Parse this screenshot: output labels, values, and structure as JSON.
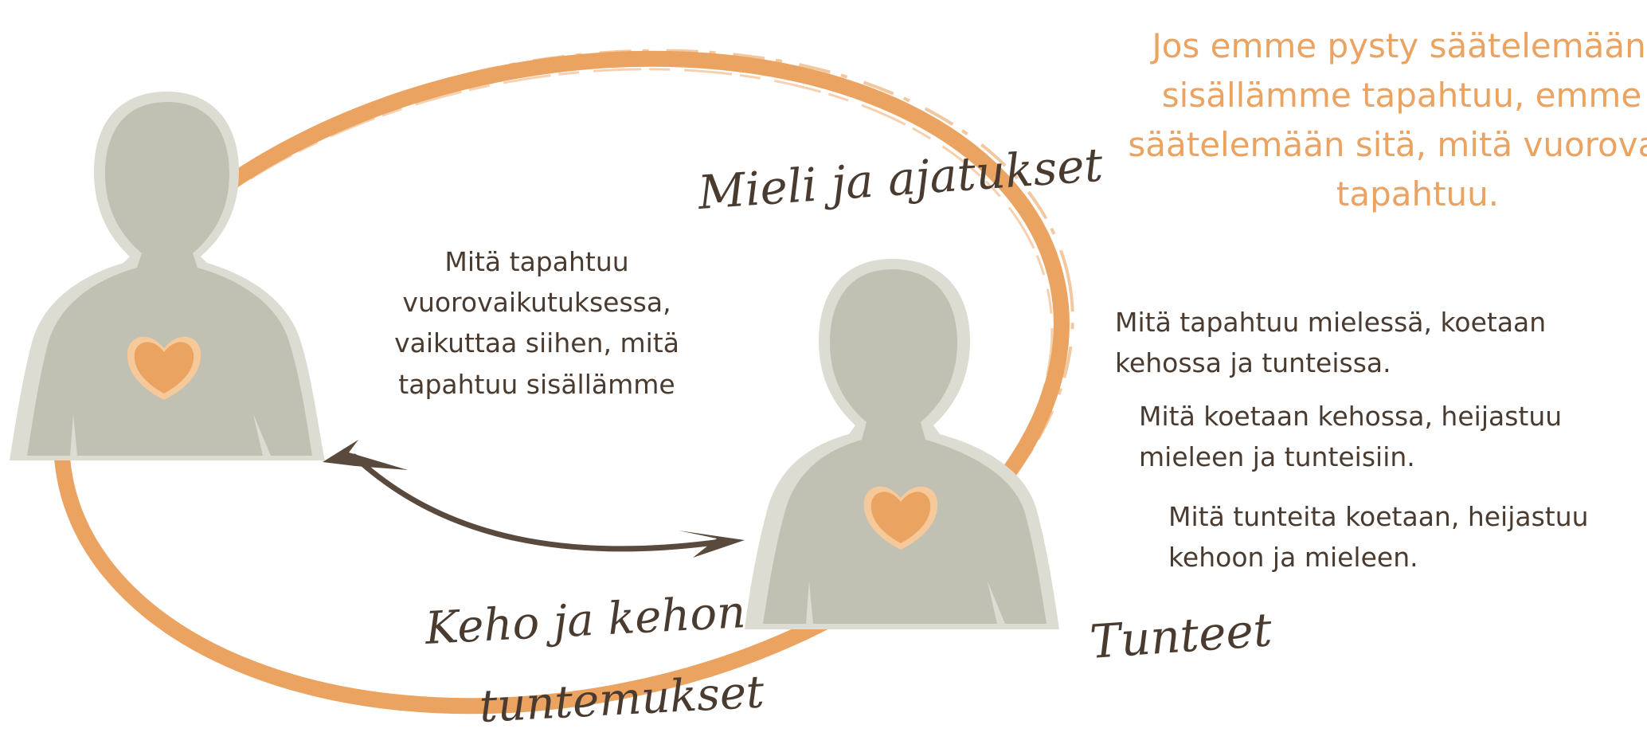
{
  "headline": {
    "lines": [
      "Jos emme pysty säätelemään si",
      "sisällämme tapahtuu, emme p",
      "säätelemään sitä, mitä vuorovaiku",
      "tapahtuu."
    ]
  },
  "interaction_note": {
    "lines": [
      "Mitä tapahtuu",
      "vuorovaikutuksessa,",
      "vaikuttaa siihen, mitä",
      "tapahtuu sisällämme"
    ]
  },
  "labels": {
    "mind": "Mieli ja ajatukset",
    "body_line1": "Keho ja kehon",
    "body_line2": "tuntemukset",
    "emotions": "Tunteet"
  },
  "statements": [
    {
      "line1": "Mitä tapahtuu mielessä, koetaan",
      "line2": "kehossa ja tunteissa."
    },
    {
      "line1": "Mitä koetaan kehossa, heijastuu",
      "line2": "mieleen ja tunteisiin."
    },
    {
      "line1": "Mitä tunteita koetaan, heijastuu",
      "line2": "kehoon ja mieleen."
    }
  ],
  "colors": {
    "ellipse": "#eba361",
    "figure": "#c1c1b3",
    "figure_outline": "#dcdcd3",
    "heart": "#eba361",
    "heart_outline": "#f6c99a",
    "arrow": "#5a4a3d",
    "text_dark": "#4a3b30",
    "text_orange": "#eba361"
  }
}
